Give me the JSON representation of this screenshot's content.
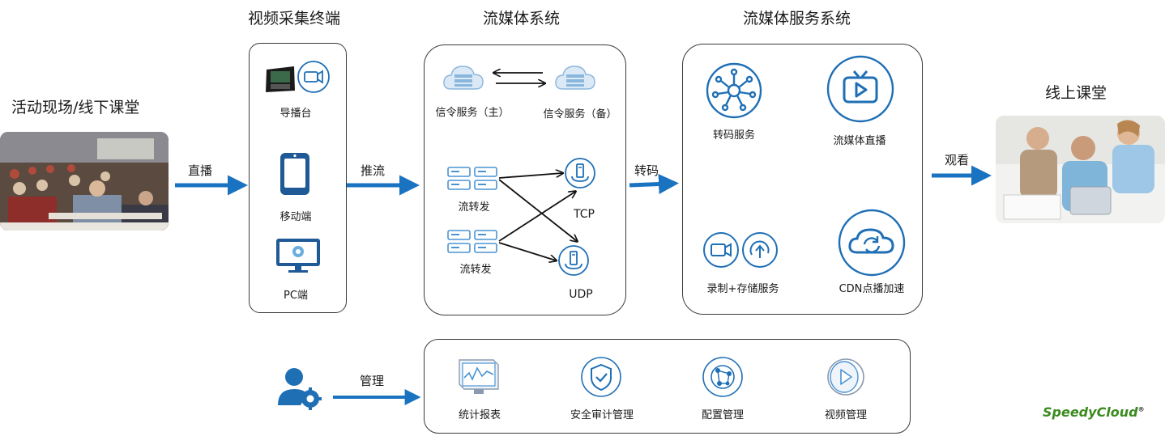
{
  "titles": {
    "venue": "活动现场/线下课堂",
    "capture": "视频采集终端",
    "streaming": "流媒体系统",
    "service": "流媒体服务系统",
    "online": "线上课堂"
  },
  "arrows": {
    "live": "直播",
    "push": "推流",
    "transcode": "转码",
    "watch": "观看",
    "manage": "管理"
  },
  "capture": {
    "director": "导播台",
    "mobile": "移动端",
    "pc": "PC端"
  },
  "streaming": {
    "signal_main": "信令服务（主）",
    "signal_backup": "信令服务（备）",
    "forward1": "流转发",
    "forward2": "流转发",
    "tcp": "TCP",
    "udp": "UDP"
  },
  "service": {
    "transcode": "转码服务",
    "live": "流媒体直播",
    "record": "录制+存储服务",
    "cdn": "CDN点播加速"
  },
  "management": {
    "stats": "统计报表",
    "security": "安全审计管理",
    "config": "配置管理",
    "video": "视频管理"
  },
  "logo": {
    "text": "SpeedyCloud",
    "mark": "®"
  },
  "colors": {
    "blue": "#1f6fb5",
    "arrow_blue": "#1a73c0",
    "light_blue": "#6aaee0",
    "logo_green": "#3a8a1e"
  }
}
